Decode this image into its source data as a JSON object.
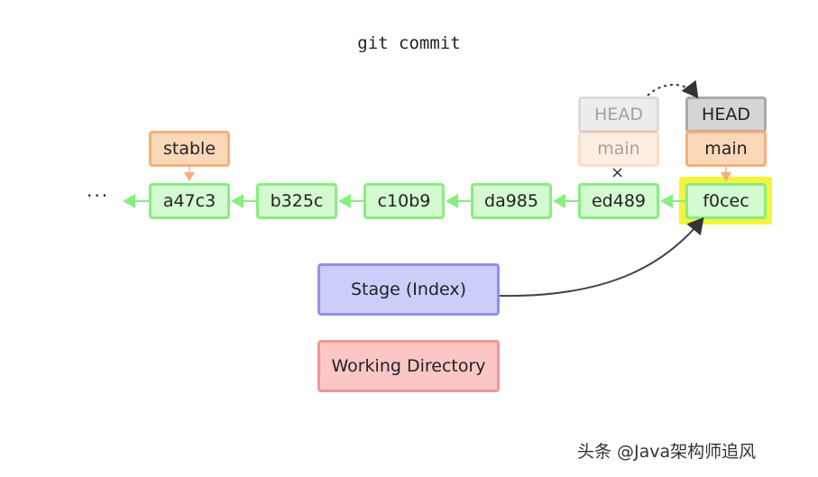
{
  "title": "git commit",
  "ellipsis": "···",
  "commits": [
    "a47c3",
    "b325c",
    "c10b9",
    "da985",
    "ed489",
    "f0cec"
  ],
  "branches": {
    "stable": "stable",
    "old_main": "main",
    "new_main": "main"
  },
  "head": {
    "old": "HEAD",
    "new": "HEAD"
  },
  "stage_label": "Stage (Index)",
  "workdir_label": "Working Directory",
  "detached_mark": "×",
  "watermark": "头条 @Java架构师追风",
  "colors": {
    "commit_fill": "#d3fad0",
    "commit_border": "#88ee80",
    "branch_fill": "#fbd8b8",
    "branch_border": "#f3b07a",
    "head_fill": "#d5d5d5",
    "head_border": "#aaaaaa",
    "stage_fill": "#cccdfb",
    "stage_border": "#9090ec",
    "workdir_fill": "#fbc6c6",
    "workdir_border": "#f29595",
    "highlight": "#f4f43c"
  }
}
